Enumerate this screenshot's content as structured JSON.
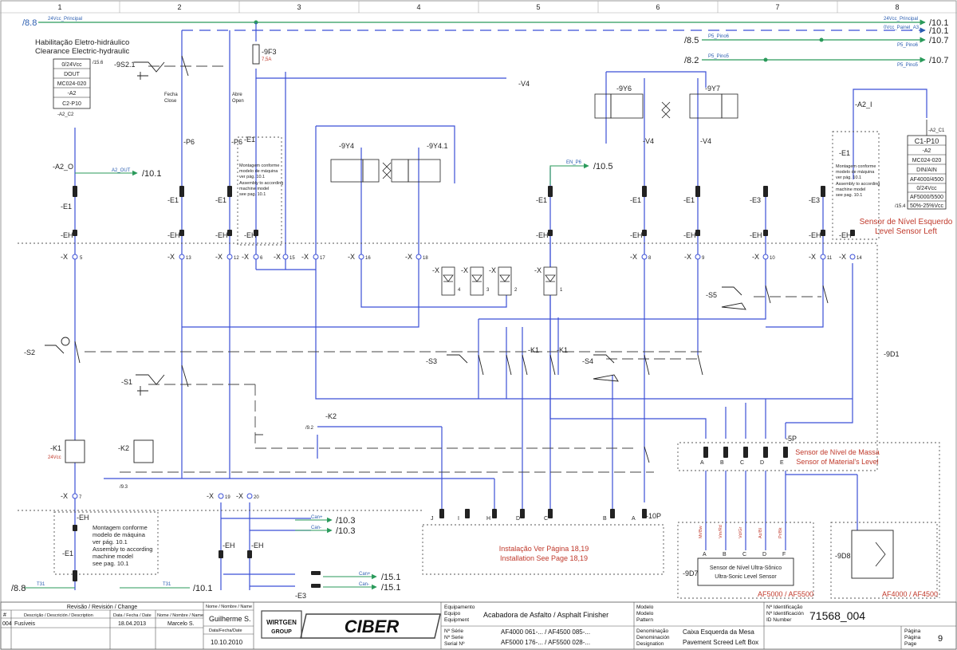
{
  "colors": {
    "wire_blue": "#3b4fd6",
    "wire_green": "#2a9a5a",
    "ref_blue": "#2a5db0",
    "red_text": "#c0392b"
  },
  "columns": [
    "1",
    "2",
    "3",
    "4",
    "5",
    "6",
    "7",
    "8"
  ],
  "refs": {
    "r88_top": "/8.8",
    "r101_a": "/10.1",
    "r101_b": "/10.1",
    "r107_a": "/10.7",
    "r107_b": "/10.7",
    "r85": "/8.5",
    "r82": "/8.2",
    "r101_c": "/10.1",
    "r105": "/10.5",
    "r103_a": "/10.3",
    "r103_b": "/10.3",
    "r151_a": "/15.1",
    "r151_b": "/15.1",
    "r88_bot": "/8.8",
    "r101_bot": "/10.1",
    "r156": "/15.6",
    "r154": "/15.4",
    "r92": "/9.2",
    "r93": "/9.3"
  },
  "wire_labels": {
    "v24_principal": "24Vcc_Principal",
    "v24_principal_r": "24Vcc_Principal",
    "v0_painel": "0Vcc_Painel_A3",
    "p5_pino6_a": "P5_Pino6",
    "p5_pino6_b": "P5_Pino6",
    "p5_pino5_a": "P5_Pino5",
    "p5_pino5_b": "P5_Pino5",
    "a2_out": "A2_OUT",
    "en_p6": "EN_P6",
    "can_plus": "Can+",
    "can_minus": "Can-",
    "t31_a": "T31",
    "t31_b": "T31",
    "can_plus2": "Can+",
    "can_minus2": "Can-",
    "a2_c2": "-A2_C2",
    "a2_c1": "-A2_C1"
  },
  "left_box": {
    "title1": "Habilitação Eletro-hidráulico",
    "title2": "Clearance Electric-hydraulic",
    "rows": [
      "0/24Vcc",
      "DOUT",
      "MC024-020",
      "-A2",
      "C2-P10"
    ]
  },
  "right_box": {
    "rows": [
      "C1-P10",
      "-A2",
      "MC024-020",
      "DIN/AIN",
      "AF4000/4500",
      "0/24Vcc",
      "AF5000/5500",
      "50%-25%Vcc"
    ],
    "label1": "Sensor de Nível Esquerdo",
    "label2": "Level Sensor Left"
  },
  "components": {
    "s921": "-9S2.1",
    "f93": "-9F3",
    "f93_rating": "7,5A",
    "v4_top": "-V4",
    "y6": "-9Y6",
    "y7": "-9Y7",
    "y4": "-9Y4",
    "y41": "-9Y4.1",
    "a2_o": "-A2_O",
    "a2_i": "-A2_I",
    "p6_a": "-P6",
    "p6_b": "-P6",
    "e1": "-E1",
    "eh": "-EH",
    "x": "-X",
    "v4_a": "-V4",
    "v4_b": "-V4",
    "e3": "-E3",
    "s5": "-S5",
    "s2": "-S2",
    "s1": "-S1",
    "s3": "-S3",
    "s4": "-S4",
    "k1": "-K1",
    "k2": "-K2",
    "d91": "-9D1",
    "p5": "-5P",
    "p10": "-10P",
    "d97": "-9D7",
    "d98": "-9D8",
    "e3_bot": "-E3",
    "k1_volt": "24Vcc",
    "close_pt": "Fecha",
    "close_en": "Close",
    "open_pt": "Abre",
    "open_en": "Open"
  },
  "notes": {
    "mount_pt1": "Montagem conforme",
    "mount_pt2": "modelo de máquina",
    "mount_pt3": "ver pág. 10.1",
    "mount_en1": "Assembly to according",
    "mount_en2": "machine model",
    "mount_en3": "see  pag. 10.1",
    "install1": "Instalação Ver Página 18,19",
    "install2": "Installation See Page 18,19",
    "mass1": "Sensor de Nível de Massa",
    "mass2": "Sensor of Material's Level",
    "ultra1": "Sensor de Nível Ultra-Sônico",
    "ultra2": "Ultra-Sonic Level Sensor",
    "af5000": "AF5000 / AF5500",
    "af4000": "AF4000 / AF4500"
  },
  "title_block": {
    "revision_header": "Revisão / Revisión / Change",
    "col_num": "#",
    "col_desc": "Descrição / Descrición / Description",
    "col_date": "Data / Fecha / Date",
    "col_name": "Nome / Nombre / Name",
    "rev_num": "004",
    "rev_desc": "Fusíveis",
    "rev_date": "18.04.2013",
    "rev_name": "Marcelo S.",
    "name_label": "Nome / Nombre / Name",
    "name_value": "Guilherme S.",
    "date_label": "Data/Fecha/Date",
    "date_value": "10.10.2010",
    "logo_wirtgen1": "WIRTGEN",
    "logo_wirtgen2": "GROUP",
    "logo_ciber": "CIBER",
    "equip_label1": "Equipamento",
    "equip_label2": "Equipo",
    "equip_label3": "Equipment",
    "equip_value": "Acabadora de Asfalto / Asphalt Finisher",
    "serial_label1": "Nº Série",
    "serial_label2": "Nº Serie",
    "serial_label3": "Serial Nº",
    "serial_value1": "AF4000 061-... / AF4500 085-...",
    "serial_value2": "AF5000 176-... / AF5500 028-...",
    "model_label1": "Modelo",
    "model_label2": "Modelo",
    "model_label3": "Pattern",
    "denom_label1": "Denominação",
    "denom_label2": "Denominación",
    "denom_label3": "Designation",
    "denom_value1": "Caixa Esquerda da Mesa",
    "denom_value2": "Pavement Screed Left Box",
    "id_label1": "Nº Identificação",
    "id_label2": "Nº Identificación",
    "id_label3": "ID Number",
    "id_value": "71568_004",
    "page_label1": "Página",
    "page_label2": "Página",
    "page_label3": "Page",
    "page_value": "9"
  }
}
